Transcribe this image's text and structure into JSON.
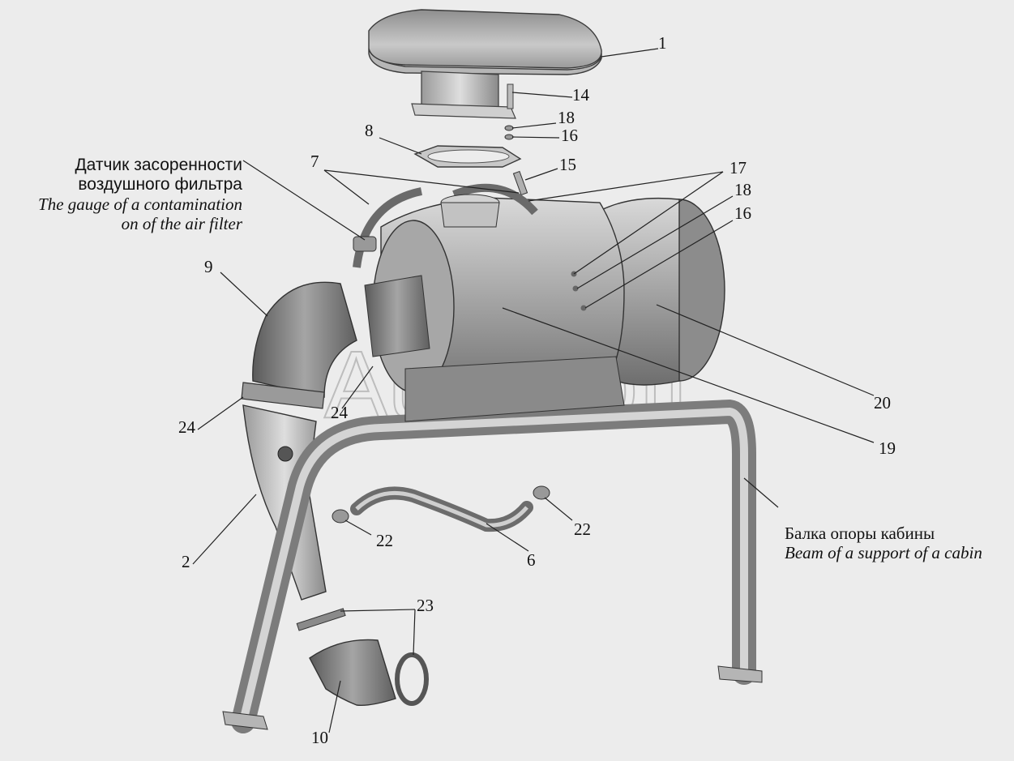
{
  "watermark": "AutoSoft",
  "callouts": [
    {
      "id": "c1",
      "text": "1"
    },
    {
      "id": "c14",
      "text": "14"
    },
    {
      "id": "c18a",
      "text": "18"
    },
    {
      "id": "c16a",
      "text": "16"
    },
    {
      "id": "c8",
      "text": "8"
    },
    {
      "id": "c15",
      "text": "15"
    },
    {
      "id": "c7",
      "text": "7"
    },
    {
      "id": "c17",
      "text": "17"
    },
    {
      "id": "c18b",
      "text": "18"
    },
    {
      "id": "c16b",
      "text": "16"
    },
    {
      "id": "c9",
      "text": "9"
    },
    {
      "id": "c20",
      "text": "20"
    },
    {
      "id": "c24a",
      "text": "24"
    },
    {
      "id": "c24b",
      "text": "24"
    },
    {
      "id": "c19",
      "text": "19"
    },
    {
      "id": "c22a",
      "text": "22"
    },
    {
      "id": "c22b",
      "text": "22"
    },
    {
      "id": "c6",
      "text": "6"
    },
    {
      "id": "c2",
      "text": "2"
    },
    {
      "id": "c23",
      "text": "23"
    },
    {
      "id": "c10",
      "text": "10"
    }
  ],
  "notes": {
    "sensor_ru_line1": "Датчик засоренности",
    "sensor_ru_line2": "воздушного фильтра",
    "sensor_en_line1": "The gauge of a contamination",
    "sensor_en_line2": "on of the air filter",
    "beam_ru": "Балка опоры кабины",
    "beam_en": "Beam of a support of a cabin"
  }
}
